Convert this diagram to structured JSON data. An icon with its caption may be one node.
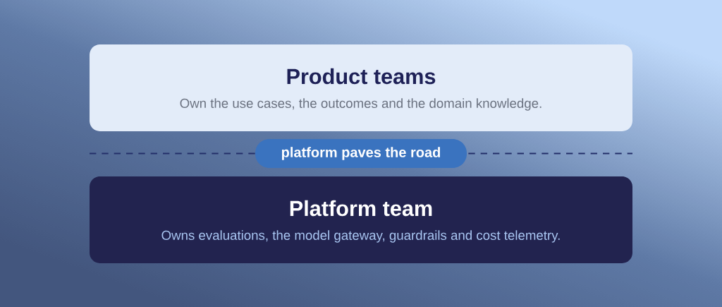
{
  "diagram": {
    "nodes": [
      {
        "text": [
          "Product teams",
          "Own the use cases, the outcomes and the domain knowledge."
        ]
      },
      {
        "text": [
          "platform paves the road"
        ]
      },
      {
        "text": [
          "Platform team",
          "Owns evaluations, the model gateway, guardrails and cost telemetry."
        ]
      }
    ]
  }
}
